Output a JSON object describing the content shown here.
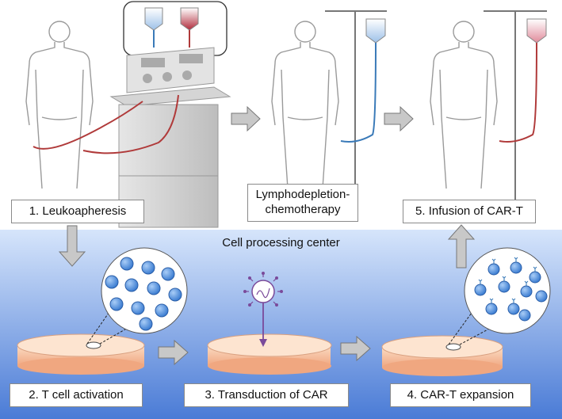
{
  "steps": {
    "leukoapheresis": "1. Leukoapheresis",
    "lymphodepletion_line1": "Lymphodepletion-",
    "lymphodepletion_line2": "chemotherapy",
    "infusion": "5. Infusion of CAR-T",
    "t_cell_activation": "2. T cell activation",
    "transduction": "3. Transduction of CAR",
    "expansion": "4. CAR-T expansion"
  },
  "cell_processing_center": "Cell processing center",
  "colors": {
    "blood_red": "#b03a3a",
    "line_blue": "#3a7ab8",
    "panel_top": "#cfe0fa",
    "panel_bottom": "#4f7fd9",
    "cell_blue": "#4a8ad8",
    "dish": "#f6c9a8",
    "virus_purple": "#7a4a9a"
  }
}
